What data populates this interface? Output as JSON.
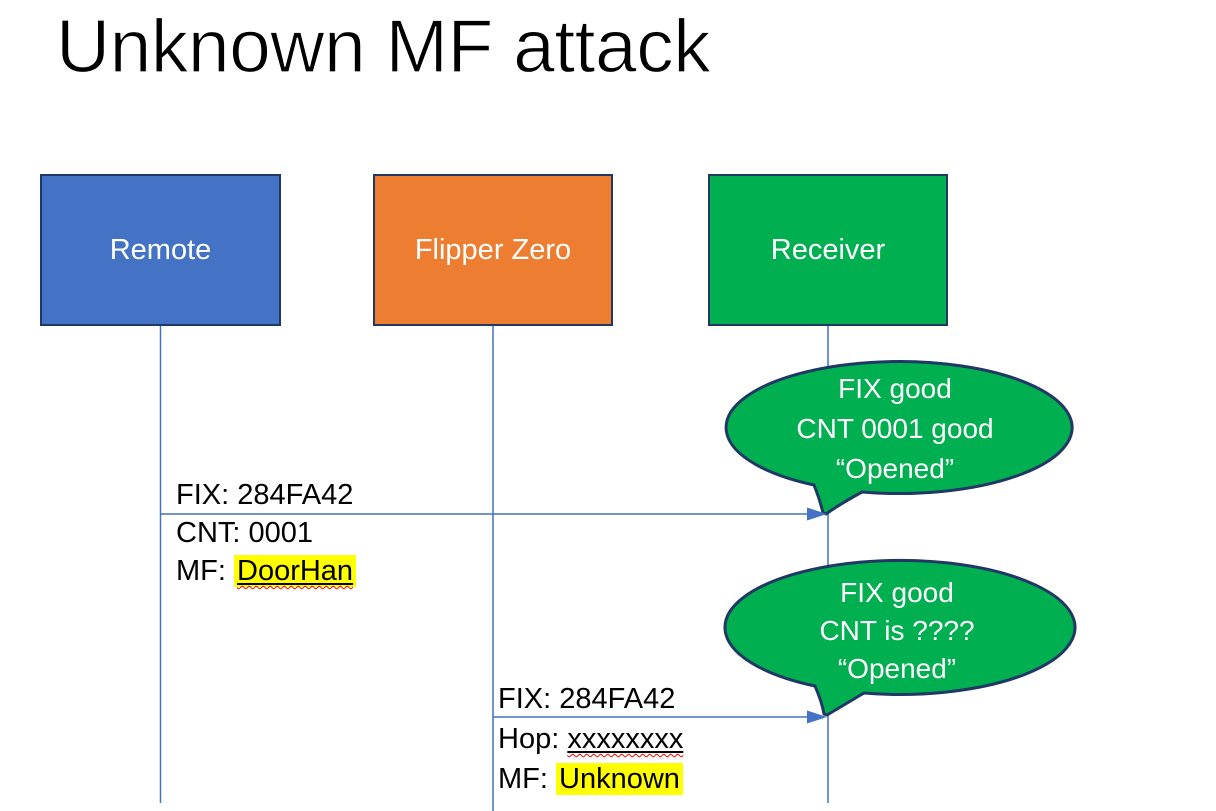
{
  "title": "Unknown MF attack",
  "actors": [
    {
      "name": "Remote",
      "color": "#4472C4"
    },
    {
      "name": "Flipper Zero",
      "color": "#ED7D31"
    },
    {
      "name": "Receiver",
      "color": "#00B050"
    }
  ],
  "bubbles": [
    {
      "line1": "FIX good",
      "line2": "CNT 0001 good",
      "line3": "“Opened”"
    },
    {
      "line1": "FIX good",
      "line2": "CNT is ????",
      "line3": "“Opened”"
    }
  ],
  "messages": [
    {
      "above": "FIX: 284FA42",
      "l2prefix": "CNT: ",
      "l2value": "0001",
      "l3prefix": "MF: ",
      "l3value": "DoorHan"
    },
    {
      "above": "FIX: 284FA42",
      "l2prefix": "Hop: ",
      "l2value": "xxxxxxxx",
      "l3prefix": "MF: ",
      "l3value": "Unknown"
    }
  ],
  "colors": {
    "actor_border": "#1F3864",
    "line": "#4472C4",
    "bubble_fill": "#00B050",
    "bubble_border": "#1F3864",
    "highlight": "#FFFF00",
    "spellcheck": "#FF0000"
  }
}
